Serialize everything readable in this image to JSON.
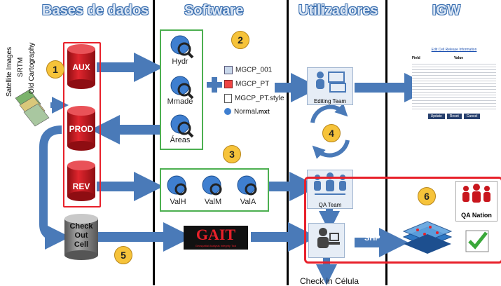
{
  "headers": {
    "bases": "Bases de dados",
    "software": "Software",
    "utilizadores": "Utilizadores",
    "igw": "IGW"
  },
  "sources": {
    "satellite": "Satellite Images",
    "srtm": "SRTM",
    "old_cartography": "Old Cartography"
  },
  "databases": {
    "aux": "AUX",
    "prod": "PROD",
    "rev": "REV",
    "check_out_line1": "Check",
    "check_out_line2": "Out",
    "check_out_line3": "Cell"
  },
  "tools": {
    "hydr": "Hydr",
    "mmade": "Mmade",
    "areas": "Áreas",
    "valh": "ValH",
    "valm": "ValM",
    "vala": "ValA"
  },
  "files": {
    "f1": "MGCP_001",
    "f2": "MGCP_PT",
    "f3": "MGCP_PT.style",
    "f4_main": "Normal",
    "f4_ext": ".mxt"
  },
  "users": {
    "editing": "Editing Team",
    "qa": "QA Team",
    "check_in": "Check in Célula",
    "shp": "SHP"
  },
  "gait": {
    "title": "GAIT",
    "subtitle": "Geospatial Analysis Integrity Tool"
  },
  "igw": {
    "qa_nation": "QA Nation",
    "form_title": "Edit Cell Release Information",
    "col_field": "Field",
    "col_value": "Value",
    "buttons": [
      "Update",
      "Reset",
      "Cancel"
    ]
  },
  "numbers": [
    "1",
    "2",
    "3",
    "4",
    "5",
    "6"
  ],
  "colors": {
    "header_text": "#dbe6f4",
    "header_outline": "#3a6fb0",
    "cylinder_red": "#c8161d",
    "cylinder_gray": "#8c8c8c",
    "arrow_blue": "#4a7ab8",
    "badge_yellow": "#f6c33a",
    "box_red": "#e8202a",
    "box_green": "#4caf50"
  }
}
